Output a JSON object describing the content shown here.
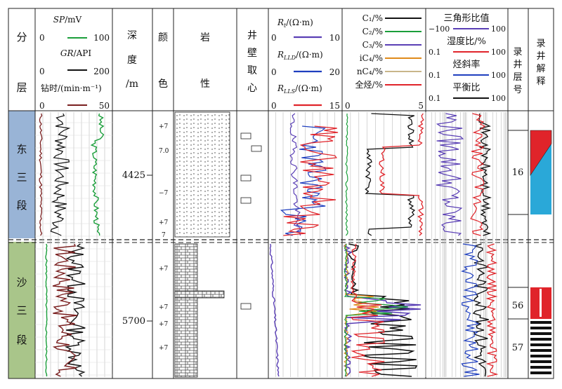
{
  "headers": {
    "layer": [
      "分",
      "层"
    ],
    "depth": [
      "深",
      "度",
      "/m"
    ],
    "color": [
      "颜",
      "色"
    ],
    "lithology": [
      "岩",
      "性"
    ],
    "coring": [
      "井",
      "壁",
      "取",
      "心"
    ],
    "logged_layer": [
      "录",
      "井",
      "层",
      "号"
    ],
    "interpretation": [
      "录",
      "井",
      "解",
      "释"
    ]
  },
  "track1": {
    "curves": [
      {
        "label_main": "SP",
        "label_unit": "/mV",
        "min": "0",
        "max": "100",
        "color": "#1a9e3a"
      },
      {
        "label_main": "GR",
        "label_unit": "/API",
        "min": "0",
        "max": "200",
        "color": "#111111"
      },
      {
        "label_main": "钻时",
        "label_unit": "/(min·m⁻¹)",
        "min": "0",
        "max": "50",
        "color": "#7a1f1f"
      }
    ]
  },
  "track_res": {
    "curves": [
      {
        "label_main": "R",
        "label_sub": "t",
        "label_unit": "/(Ω·m)",
        "min": "0",
        "max": "10",
        "color": "#5a3fb5"
      },
      {
        "label_main": "R",
        "label_sub": "LLD",
        "label_unit": "/(Ω·m)",
        "min": "0",
        "max": "20",
        "color": "#1f3fbf"
      },
      {
        "label_main": "R",
        "label_sub": "LLS",
        "label_unit": "/(Ω·m)",
        "min": "0",
        "max": "15",
        "color": "#e0242a"
      }
    ]
  },
  "track_gas": {
    "legend": [
      {
        "label": "C₁/%",
        "color": "#111111"
      },
      {
        "label": "C₂/%",
        "color": "#1a9e3a"
      },
      {
        "label": "C₃/%",
        "color": "#5a3fb5"
      },
      {
        "label": "iC₄/%",
        "color": "#e08a1a"
      },
      {
        "label": "nC₄/%",
        "color": "#c9b68a"
      },
      {
        "label": "全烃/%",
        "color": "#e0242a"
      }
    ],
    "min": "0",
    "max": "5"
  },
  "track_ratio": {
    "curves": [
      {
        "label": "三角形比值",
        "min": "−100",
        "max": "100",
        "color": "#5a3fb5"
      },
      {
        "label": "湿度比/%",
        "min": "0.1",
        "max": "100",
        "color": "#e0242a"
      },
      {
        "label": "烃斜率",
        "min": "0.1",
        "max": "100",
        "color": "#1f3fbf"
      },
      {
        "label": "平衡比",
        "min": "0.1",
        "max": "100",
        "color": "#111111"
      }
    ]
  },
  "sections": [
    {
      "name": [
        "东",
        "三",
        "段"
      ],
      "depth": "4425",
      "color_marks": [
        "+7",
        "7.0",
        "−7",
        "+7",
        "7"
      ],
      "layer_no": "16"
    },
    {
      "name": [
        "沙",
        "三",
        "段"
      ],
      "depth": "5700",
      "color_marks": [
        "+7",
        "+7",
        "+7",
        "+7"
      ],
      "layer_nos": [
        "56",
        "57"
      ]
    }
  ]
}
